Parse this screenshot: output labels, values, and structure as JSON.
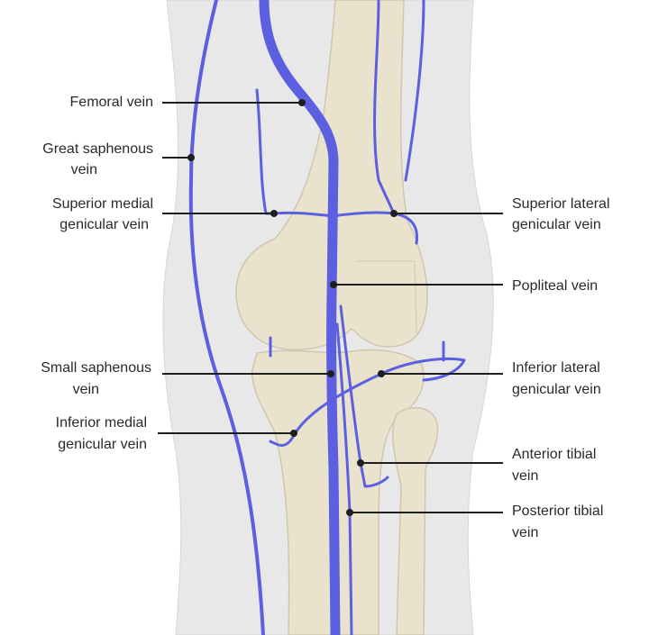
{
  "title": "Veins of the knee",
  "colors": {
    "vein": "#5b5fe0",
    "bone": "#e9e3cd",
    "soft_tissue": "#e8e8e8",
    "leader": "#1e1e1e"
  },
  "labels": {
    "femoral": [
      "Femoral vein"
    ],
    "great_saphenous": [
      "Great saphenous",
      "vein"
    ],
    "superior_medial_genicular": [
      "Superior medial",
      "genicular vein"
    ],
    "superior_lateral_genicular": [
      "Superior lateral",
      "genicular vein"
    ],
    "popliteal": [
      "Popliteal vein"
    ],
    "small_saphenous": [
      "Small saphenous",
      "vein"
    ],
    "inferior_lateral_genicular": [
      "Inferior lateral",
      "genicular vein"
    ],
    "inferior_medial_genicular": [
      "Inferior medial",
      "genicular vein"
    ],
    "anterior_tibial": [
      "Anterior tibial",
      "vein"
    ],
    "posterior_tibial": [
      "Posterior tibial",
      "vein"
    ]
  }
}
